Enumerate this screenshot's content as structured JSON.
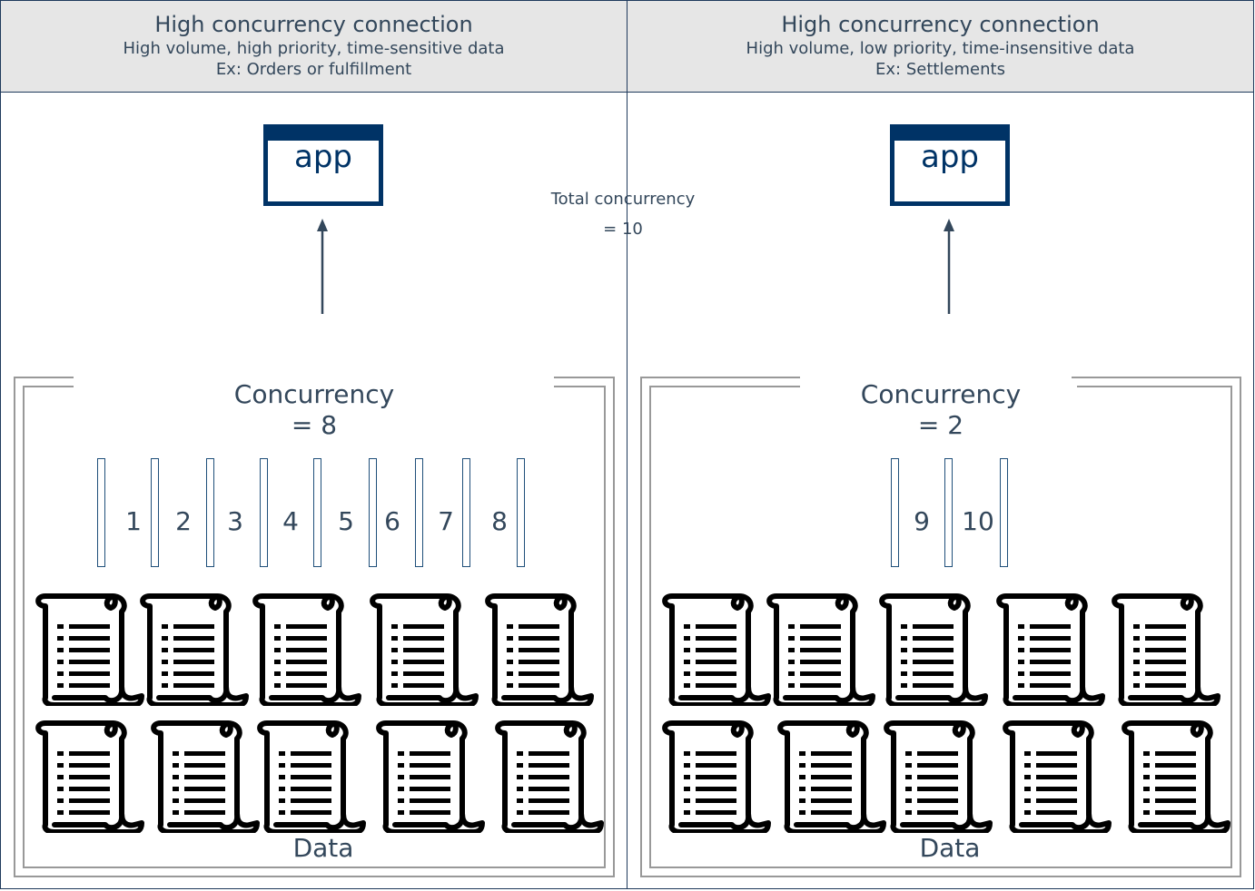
{
  "left": {
    "header": {
      "title": "High concurrency connection",
      "subtitle": "High volume, high priority, time-sensitive data",
      "example": "Ex: Orders or fulfillment"
    },
    "app_label": "app",
    "concurrency_label": "Concurrency",
    "concurrency_value": "= 8",
    "slots": [
      "1",
      "2",
      "3",
      "4",
      "5",
      "6",
      "7",
      "8"
    ],
    "data_label": "Data",
    "data_icon": "scroll-document-icon"
  },
  "right": {
    "header": {
      "title": "High concurrency connection",
      "subtitle": "High volume, low priority, time-insensitive data",
      "example": "Ex: Settlements"
    },
    "app_label": "app",
    "concurrency_label": "Concurrency",
    "concurrency_value": "= 2",
    "slots": [
      "9",
      "10"
    ],
    "data_label": "Data",
    "data_icon": "scroll-document-icon"
  },
  "total": {
    "line1": "Total concurrency",
    "line2": "= 10"
  },
  "colors": {
    "app_border": "#003366",
    "text": "#33475b",
    "header_bg": "#e6e6e6",
    "frame": "#999999"
  }
}
